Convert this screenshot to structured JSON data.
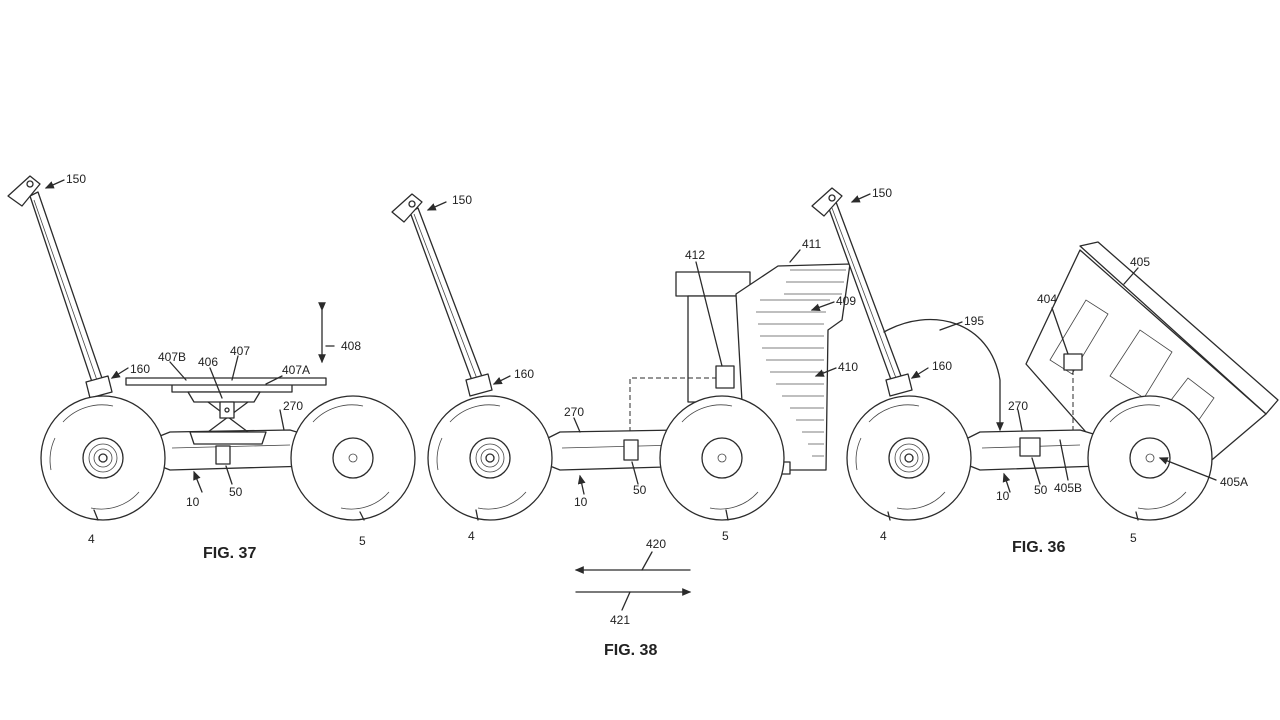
{
  "figures": {
    "fig37": {
      "caption": "FIG. 37",
      "refs": {
        "handle": "150",
        "joint": "160",
        "plate": "407B",
        "lift": "406",
        "top": "407",
        "arm": "407A",
        "arrow": "408",
        "frame": "270",
        "chassis": "10",
        "module": "50",
        "wheel_front": "4",
        "wheel_rear": "5"
      }
    },
    "fig38": {
      "caption": "FIG. 38",
      "refs": {
        "handle": "150",
        "joint": "160",
        "frame": "270",
        "chassis": "10",
        "module": "50",
        "wheel_front": "4",
        "wheel_rear": "5",
        "sensor": "412",
        "bucket_top": "411",
        "arm": "409",
        "bucket": "410",
        "arrow_left": "420",
        "arrow_right": "421"
      }
    },
    "fig36": {
      "caption": "FIG. 36",
      "refs": {
        "handle": "150",
        "joint": "160",
        "arc": "195",
        "frame": "270",
        "chassis": "10",
        "module": "50",
        "wheel_front": "4",
        "wheel_rear": "5",
        "bed": "405",
        "sensor": "404",
        "hinge": "405B",
        "pivot": "405A"
      }
    }
  }
}
